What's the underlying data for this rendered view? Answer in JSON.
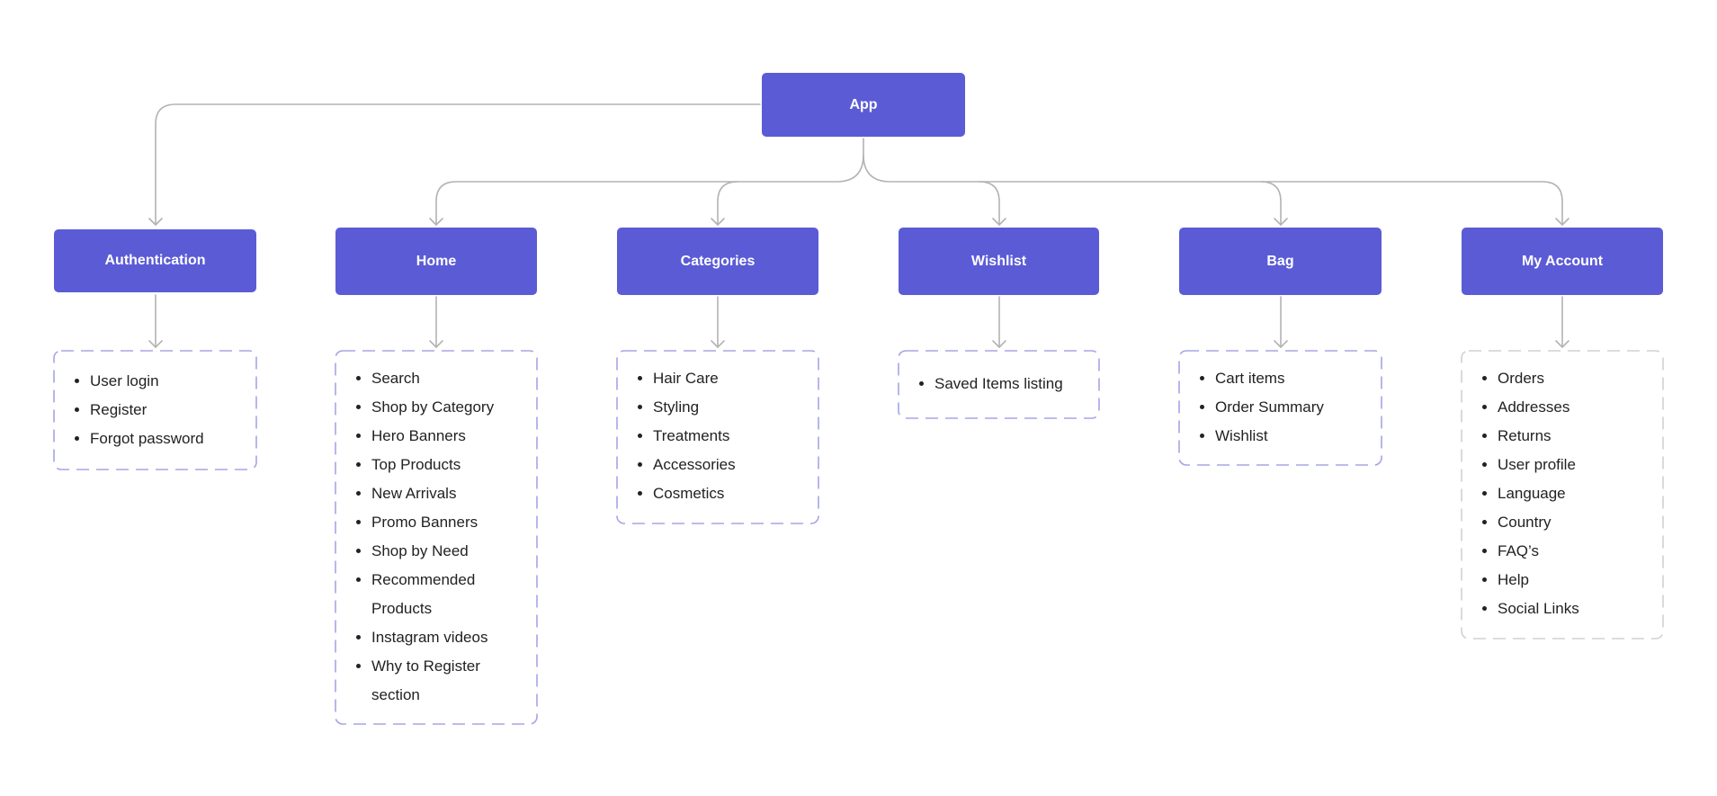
{
  "diagram": {
    "root": {
      "label": "App"
    },
    "columns": [
      {
        "key": "authentication",
        "label": "Authentication",
        "items": [
          "User login",
          "Register",
          "Forgot password"
        ]
      },
      {
        "key": "home",
        "label": "Home",
        "items": [
          "Search",
          "Shop by Category",
          "Hero Banners",
          "Top Products",
          "New Arrivals",
          "Promo Banners",
          "Shop by Need",
          "Recommended Products",
          "Instagram videos",
          "Why to Register section"
        ]
      },
      {
        "key": "categories",
        "label": "Categories",
        "items": [
          "Hair Care",
          "Styling",
          "Treatments",
          "Accessories",
          "Cosmetics"
        ]
      },
      {
        "key": "wishlist",
        "label": "Wishlist",
        "items": [
          "Saved Items listing"
        ]
      },
      {
        "key": "bag",
        "label": "Bag",
        "items": [
          "Cart items",
          "Order Summary",
          "Wishlist"
        ]
      },
      {
        "key": "my-account",
        "label": "My Account",
        "items": [
          "Orders",
          "Addresses",
          "Returns",
          "User profile",
          "Language",
          "Country",
          "FAQ’s",
          "Help",
          "Social Links"
        ]
      }
    ]
  },
  "colors": {
    "node_fill": "#5b5bd6",
    "node_text": "#ffffff",
    "connector": "#b3b3b3",
    "list_border": "#a5a5e6",
    "list_border_muted": "#d0d0d0",
    "list_text": "#222222"
  }
}
